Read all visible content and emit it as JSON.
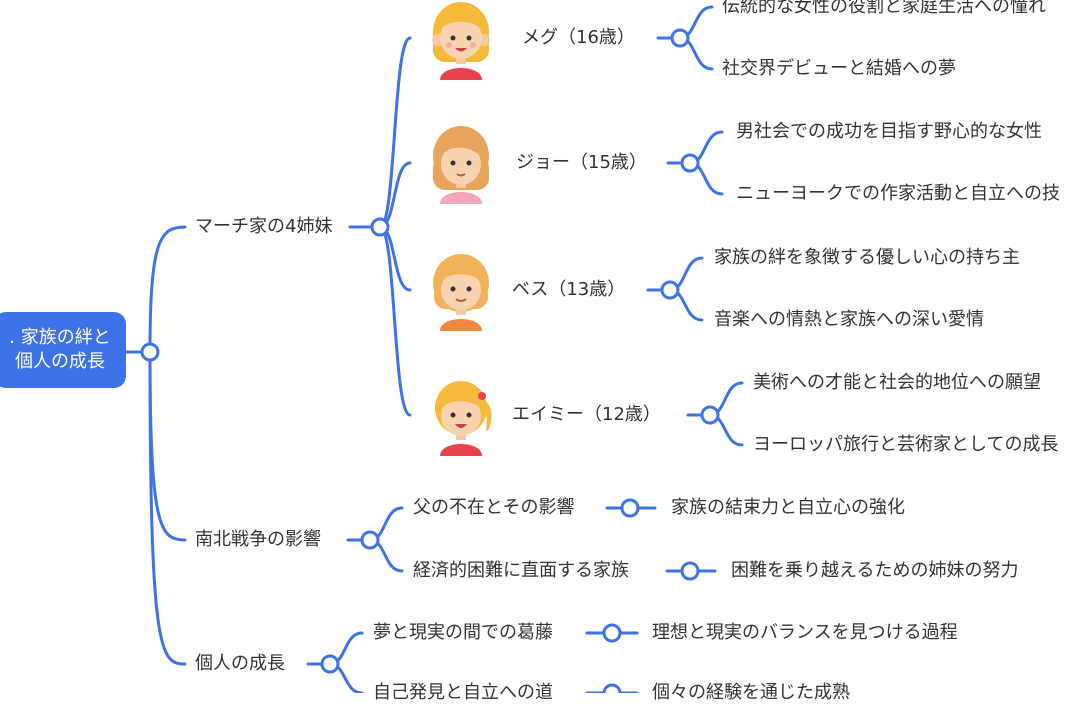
{
  "colors": {
    "accent": "#3d73e6",
    "text": "#333333"
  },
  "root": {
    "line1": ". 家族の絆と",
    "line2": "個人の成長"
  },
  "branches": {
    "sisters": {
      "label": "マーチ家の4姉妹",
      "meg": {
        "name": "メグ（16歳）",
        "avatar": "meg-avatar-icon",
        "traits": [
          "伝統的な女性の役割と家庭生活への憧れ",
          "社交界デビューと結婚への夢"
        ]
      },
      "jo": {
        "name": "ジョー（15歳）",
        "avatar": "jo-avatar-icon",
        "traits": [
          "男社会での成功を目指す野心的な女性",
          "ニューヨークでの作家活動と自立への技"
        ]
      },
      "beth": {
        "name": "ベス（13歳）",
        "avatar": "beth-avatar-icon",
        "traits": [
          "家族の絆を象徴する優しい心の持ち主",
          "音楽への情熱と家族への深い愛情"
        ]
      },
      "amy": {
        "name": "エイミー（12歳）",
        "avatar": "amy-avatar-icon",
        "traits": [
          "美術への才能と社会的地位への願望",
          "ヨーロッパ旅行と芸術家としての成長"
        ]
      }
    },
    "war": {
      "label": "南北戦争の影響",
      "items": [
        {
          "label": "父の不在とその影響",
          "result": "家族の結束力と自立心の強化"
        },
        {
          "label": "経済的困難に直面する家族",
          "result": "困難を乗り越えるための姉妹の努力"
        }
      ]
    },
    "growth": {
      "label": "個人の成長",
      "items": [
        {
          "label": "夢と現実の間での葛藤",
          "result": "理想と現実のバランスを見つける過程"
        },
        {
          "label": "自己発見と自立への道",
          "result": "個々の経験を通じた成熟"
        }
      ]
    }
  }
}
